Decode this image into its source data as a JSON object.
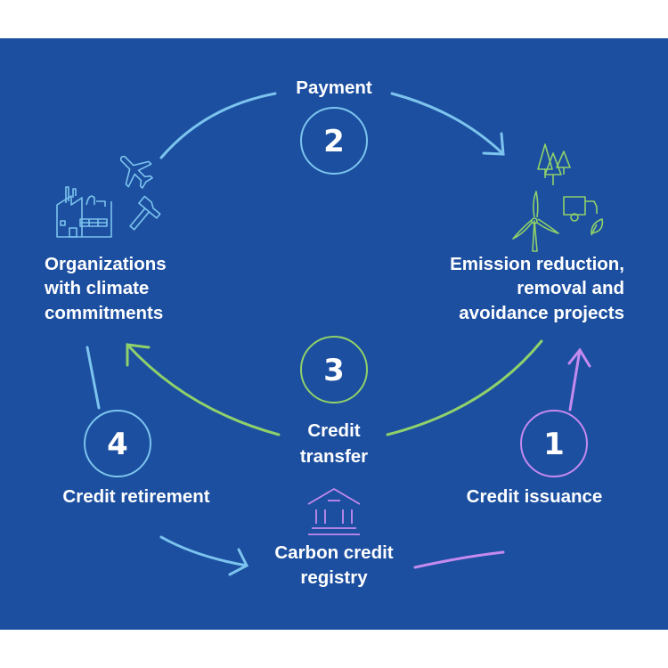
{
  "colors": {
    "background": "#1c4fa0",
    "blue": "#7cc4ee",
    "green": "#8fd16a",
    "purple": "#c58af0",
    "text": "#ffffff"
  },
  "steps": [
    {
      "number": "1",
      "label": "Credit issuance"
    },
    {
      "number": "2",
      "label": "Payment"
    },
    {
      "number": "3",
      "label": "Credit transfer",
      "lines": [
        "Credit",
        "transfer"
      ]
    },
    {
      "number": "4",
      "label": "Credit retirement"
    }
  ],
  "nodes": {
    "organizations": [
      "Organizations",
      "with climate",
      "commitments"
    ],
    "projects": [
      "Emission reduction,",
      "removal and",
      "avoidance projects"
    ],
    "registry": [
      "Carbon credit",
      "registry"
    ]
  },
  "icons": [
    "factory-icon",
    "airplane-icon",
    "hammer-icon",
    "trees-icon",
    "wind-turbine-icon",
    "truck-icon",
    "leaf-icon",
    "bank-icon"
  ]
}
